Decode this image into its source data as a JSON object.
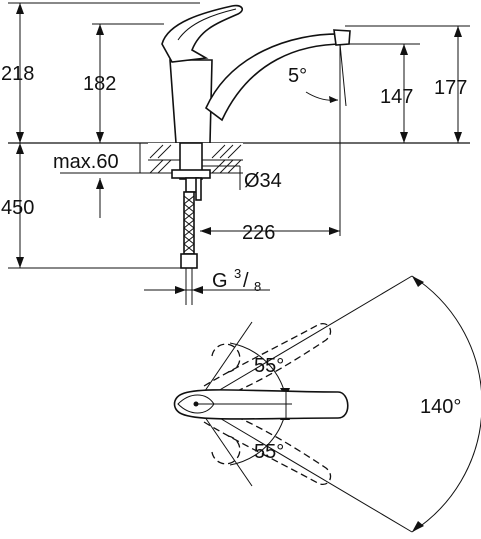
{
  "dimensions": {
    "total_height": "218",
    "body_height": "182",
    "spout_angle": "5°",
    "spout_height": "147",
    "outlet_height": "177",
    "deck_thickness": "max.60",
    "hole_diameter": "Ø34",
    "hose_length": "450",
    "spout_reach": "226",
    "thread": {
      "prefix": "G",
      "numerator": "3",
      "slash": "/",
      "denominator": "8"
    },
    "lever_up_angle": "55°",
    "lever_down_angle": "55°",
    "swivel_angle": "140°"
  }
}
